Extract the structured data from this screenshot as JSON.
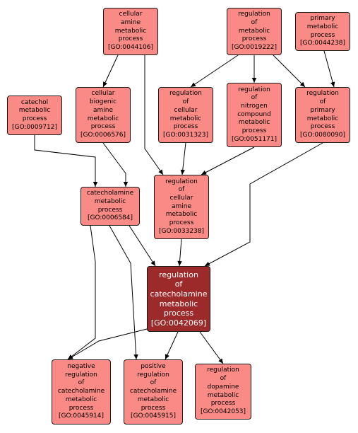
{
  "colors": {
    "node_fill": "#fa8a86",
    "focus_fill": "#9c2a2a",
    "edge": "#000000",
    "border": "#1a1a1a"
  },
  "nodes": [
    {
      "id": "GO:0044106",
      "label": "cellular\namine\nmetabolic\nprocess\n[GO:0044106]"
    },
    {
      "id": "GO:0019222",
      "label": "regulation\nof\nmetabolic\nprocess\n[GO:0019222]"
    },
    {
      "id": "GO:0044238",
      "label": "primary\nmetabolic\nprocess\n[GO:0044238]"
    },
    {
      "id": "GO:0009712",
      "label": "catechol\nmetabolic\nprocess\n[GO:0009712]"
    },
    {
      "id": "GO:0006576",
      "label": "cellular\nbiogenic\namine\nmetabolic\nprocess\n[GO:0006576]"
    },
    {
      "id": "GO:0031323",
      "label": "regulation\nof\ncellular\nmetabolic\nprocess\n[GO:0031323]"
    },
    {
      "id": "GO:0051171",
      "label": "regulation\nof\nnitrogen\ncompound\nmetabolic\nprocess\n[GO:0051171]"
    },
    {
      "id": "GO:0080090",
      "label": "regulation\nof\nprimary\nmetabolic\nprocess\n[GO:0080090]"
    },
    {
      "id": "GO:0006584",
      "label": "catecholamine\nmetabolic\nprocess\n[GO:0006584]"
    },
    {
      "id": "GO:0033238",
      "label": "regulation\nof\ncellular\namine\nmetabolic\nprocess\n[GO:0033238]"
    },
    {
      "id": "GO:0042069",
      "label": "regulation\nof\ncatecholamine\nmetabolic\nprocess\n[GO:0042069]"
    },
    {
      "id": "GO:0045914",
      "label": "negative\nregulation\nof\ncatecholamine\nmetabolic\nprocess\n[GO:0045914]"
    },
    {
      "id": "GO:0045915",
      "label": "positive\nregulation\nof\ncatecholamine\nmetabolic\nprocess\n[GO:0045915]"
    },
    {
      "id": "GO:0042053",
      "label": "regulation\nof\ndopamine\nmetabolic\nprocess\n[GO:0042053]"
    }
  ],
  "edges": [
    {
      "from": "GO:0044106",
      "to": "GO:0006576"
    },
    {
      "from": "GO:0044106",
      "to": "GO:0033238"
    },
    {
      "from": "GO:0019222",
      "to": "GO:0031323"
    },
    {
      "from": "GO:0019222",
      "to": "GO:0051171"
    },
    {
      "from": "GO:0019222",
      "to": "GO:0080090"
    },
    {
      "from": "GO:0044238",
      "to": "GO:0080090"
    },
    {
      "from": "GO:0009712",
      "to": "GO:0006584"
    },
    {
      "from": "GO:0006576",
      "to": "GO:0006584"
    },
    {
      "from": "GO:0031323",
      "to": "GO:0033238"
    },
    {
      "from": "GO:0051171",
      "to": "GO:0033238"
    },
    {
      "from": "GO:0080090",
      "to": "GO:0042069"
    },
    {
      "from": "GO:0006584",
      "to": "GO:0042069"
    },
    {
      "from": "GO:0033238",
      "to": "GO:0042069"
    },
    {
      "from": "GO:0006584",
      "to": "GO:0045914"
    },
    {
      "from": "GO:0006584",
      "to": "GO:0045915"
    },
    {
      "from": "GO:0042069",
      "to": "GO:0045914"
    },
    {
      "from": "GO:0042069",
      "to": "GO:0045915"
    },
    {
      "from": "GO:0042069",
      "to": "GO:0042053"
    }
  ]
}
